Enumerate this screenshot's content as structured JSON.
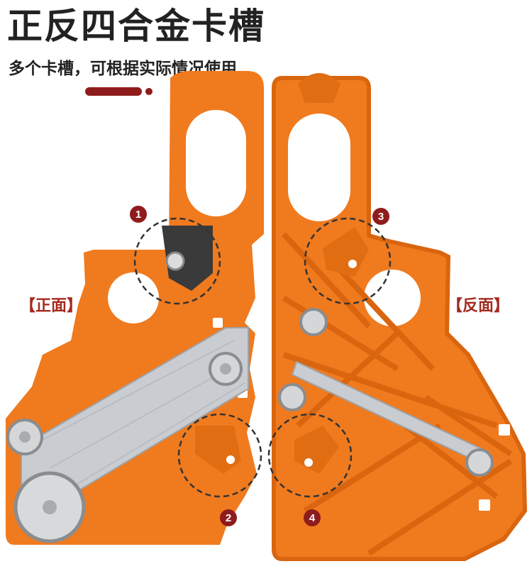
{
  "title": "正反四合金卡槽",
  "subtitle": "多个卡槽，可根据实际情况使用",
  "labels": {
    "front": "【正面】",
    "back": "【反面】"
  },
  "badges": [
    "1",
    "2",
    "3",
    "4"
  ],
  "colors": {
    "tool_orange": "#f07a1e",
    "tool_shadow": "#d9650f",
    "accent": "#8f1c1c",
    "label_red": "#a32a1f",
    "blade": "#c9ccd0",
    "title": "#222222"
  }
}
